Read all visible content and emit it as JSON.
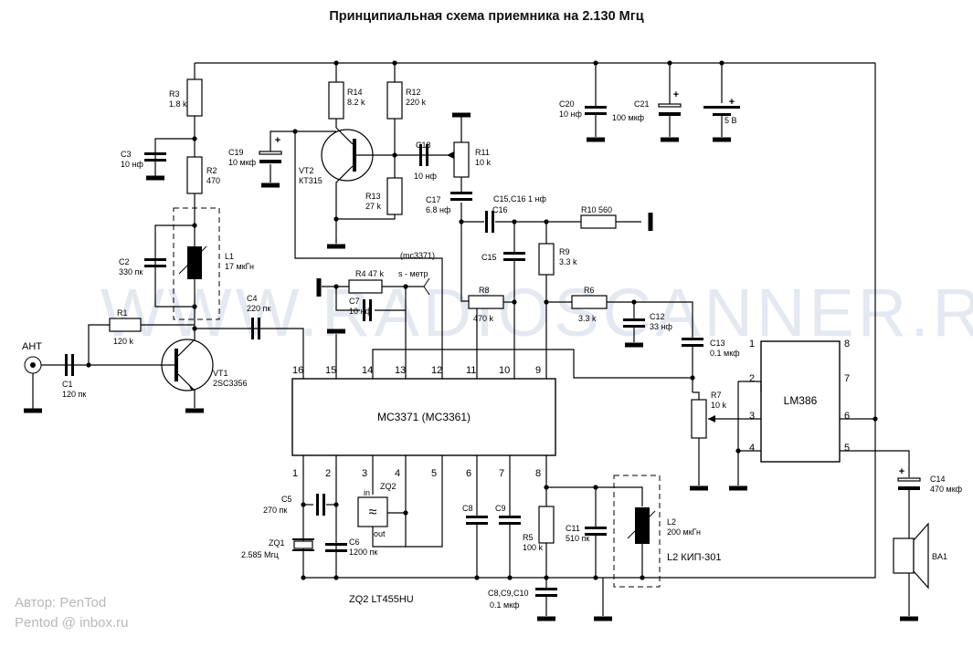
{
  "title": "Принципиальная схема приемника на 2.130 Мгц",
  "watermark": "WWW.RADIOSCANNER.RU",
  "author": "Автор: PenTod",
  "email": "Pentod @ inbox.ru",
  "ic_main": "MC3371 (MC3361)",
  "ic_amp": "LM386",
  "mc_note": "(mc3371)",
  "smeter": "s - метр",
  "filter_in": "in",
  "filter_out": "out",
  "antenna": "АНТ",
  "zq2_part": "ZQ2  LT455HU",
  "l2_part": "L2 КИП-301",
  "components": {
    "R3": [
      "R3",
      "1.8 k"
    ],
    "C3": [
      "C3",
      "10 нф"
    ],
    "R2": [
      "R2",
      "470"
    ],
    "C2": [
      "C2",
      "330 пк"
    ],
    "L1": [
      "L1",
      "17 мкГн"
    ],
    "C4": [
      "C4",
      "220 пк"
    ],
    "R1": [
      "R1",
      "120 k"
    ],
    "C1": [
      "C1",
      "120 пк"
    ],
    "VT1": [
      "VT1",
      "2SC3356"
    ],
    "C19": [
      "C19",
      "10 мкф"
    ],
    "R14": [
      "R14",
      "8.2 k"
    ],
    "VT2": [
      "VT2",
      "КТ315"
    ],
    "R12": [
      "R12",
      "220 k"
    ],
    "R13": [
      "R13",
      "27 k"
    ],
    "C18": [
      "C18",
      "10 нф"
    ],
    "R11": [
      "R11",
      "10 k"
    ],
    "C17": [
      "C17",
      "6.8 нф"
    ],
    "C15C16": [
      "C15,C16",
      "1 нф"
    ],
    "C16": [
      "C16"
    ],
    "R10": [
      "R10",
      "560"
    ],
    "C15": [
      "C15"
    ],
    "R9": [
      "R9",
      "3.3 k"
    ],
    "R8": [
      "R8",
      "470 k"
    ],
    "R6": [
      "R6",
      "3.3 k"
    ],
    "C12": [
      "C12",
      "33 нф"
    ],
    "R4": [
      "R4",
      "47 k"
    ],
    "C7": [
      "C7",
      "10 нф"
    ],
    "C13": [
      "C13",
      "0.1 мкф"
    ],
    "R7": [
      "R7",
      "10 k"
    ],
    "C20": [
      "C20",
      "10 нф"
    ],
    "C21": [
      "C21",
      "100 мкф"
    ],
    "BAT": [
      "5 В"
    ],
    "C14": [
      "C14",
      "470 мкф"
    ],
    "BA1": [
      "BA1"
    ],
    "C5": [
      "C5",
      "270 пк"
    ],
    "ZQ1": [
      "ZQ1",
      "2.585 Мгц"
    ],
    "C6": [
      "C6",
      "1200 пк"
    ],
    "ZQ2": [
      "ZQ2"
    ],
    "C8": [
      "C8"
    ],
    "C9": [
      "C9"
    ],
    "R5": [
      "R5",
      "100 k"
    ],
    "C11": [
      "C11",
      "510 пк"
    ],
    "L2": [
      "L2",
      "200 мкГн"
    ],
    "C8C9C10": [
      "C8,C9,C10",
      "0.1 мкф"
    ]
  },
  "pins_main_top": [
    "16",
    "15",
    "14",
    "13",
    "12",
    "11",
    "10",
    "9"
  ],
  "pins_main_bottom": [
    "1",
    "2",
    "3",
    "4",
    "5",
    "6",
    "7",
    "8"
  ],
  "pins_amp_left": [
    "1",
    "2",
    "3",
    "4"
  ],
  "pins_amp_right": [
    "8",
    "7",
    "6",
    "5"
  ]
}
